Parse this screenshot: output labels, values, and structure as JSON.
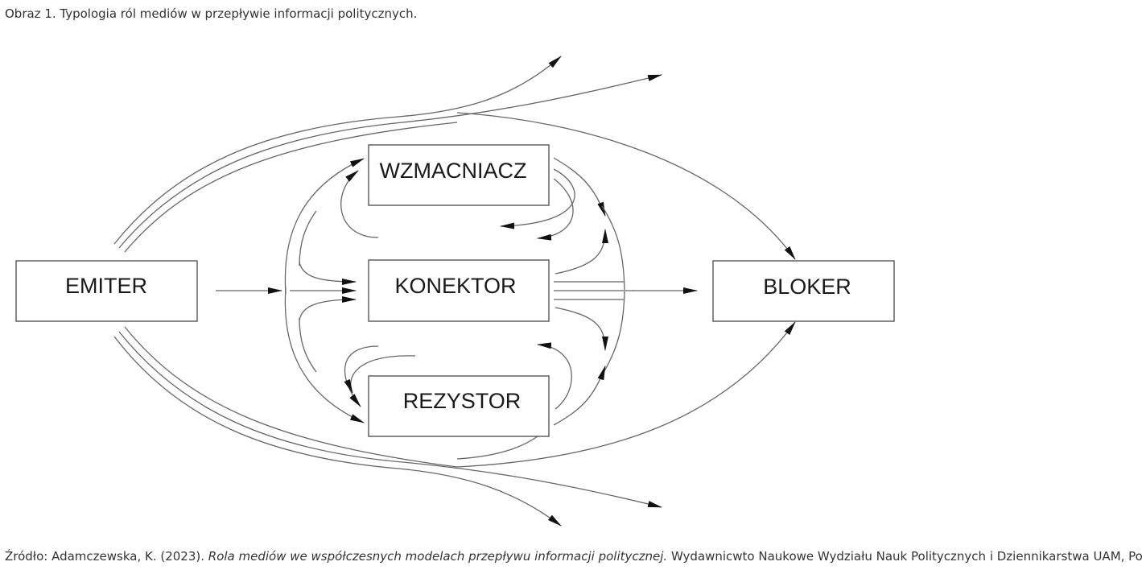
{
  "figure": {
    "caption": "Obraz 1. Typologia ról mediów w przepływie informacji politycznych.",
    "source": {
      "prefix": "Źródło: Adamczewska, K. (2023). ",
      "title": "Rola mediów we współczesnych modelach przepływu informacji politycznej.",
      "suffix": " Wydawnicwto Naukowe Wydziału Nauk Politycznych i Dziennikarstwa UAM, Poznań."
    }
  },
  "nodes": {
    "emiter": "EMITER",
    "wzmacniacz": "WZMACNIACZ",
    "konektor": "KONEKTOR",
    "rezystor": "REZYSTOR",
    "bloker": "BLOKER"
  }
}
